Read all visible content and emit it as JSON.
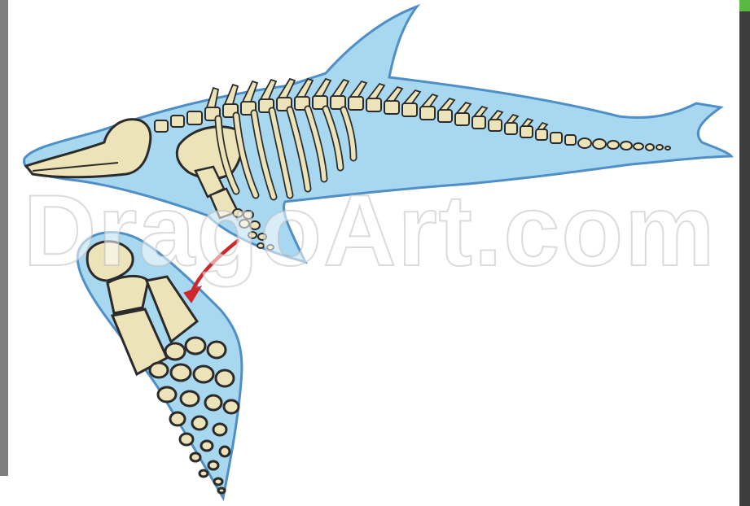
{
  "scene": {
    "subject": "dolphin-skeleton",
    "detail": "flipper-bones-closeup",
    "colors": {
      "background": "#ffffff",
      "body_fill": "#a8d8f0",
      "body_stroke": "#4f8fc6",
      "bone_fill": "#ede3b8",
      "bone_stroke": "#2b2b2b",
      "arrow": "#d0272a",
      "left_strip": "#7f7f7f",
      "right_strip": "#3d3d3d",
      "right_accent": "#5bb843"
    }
  },
  "watermark": {
    "text": "DragoArt.com"
  }
}
